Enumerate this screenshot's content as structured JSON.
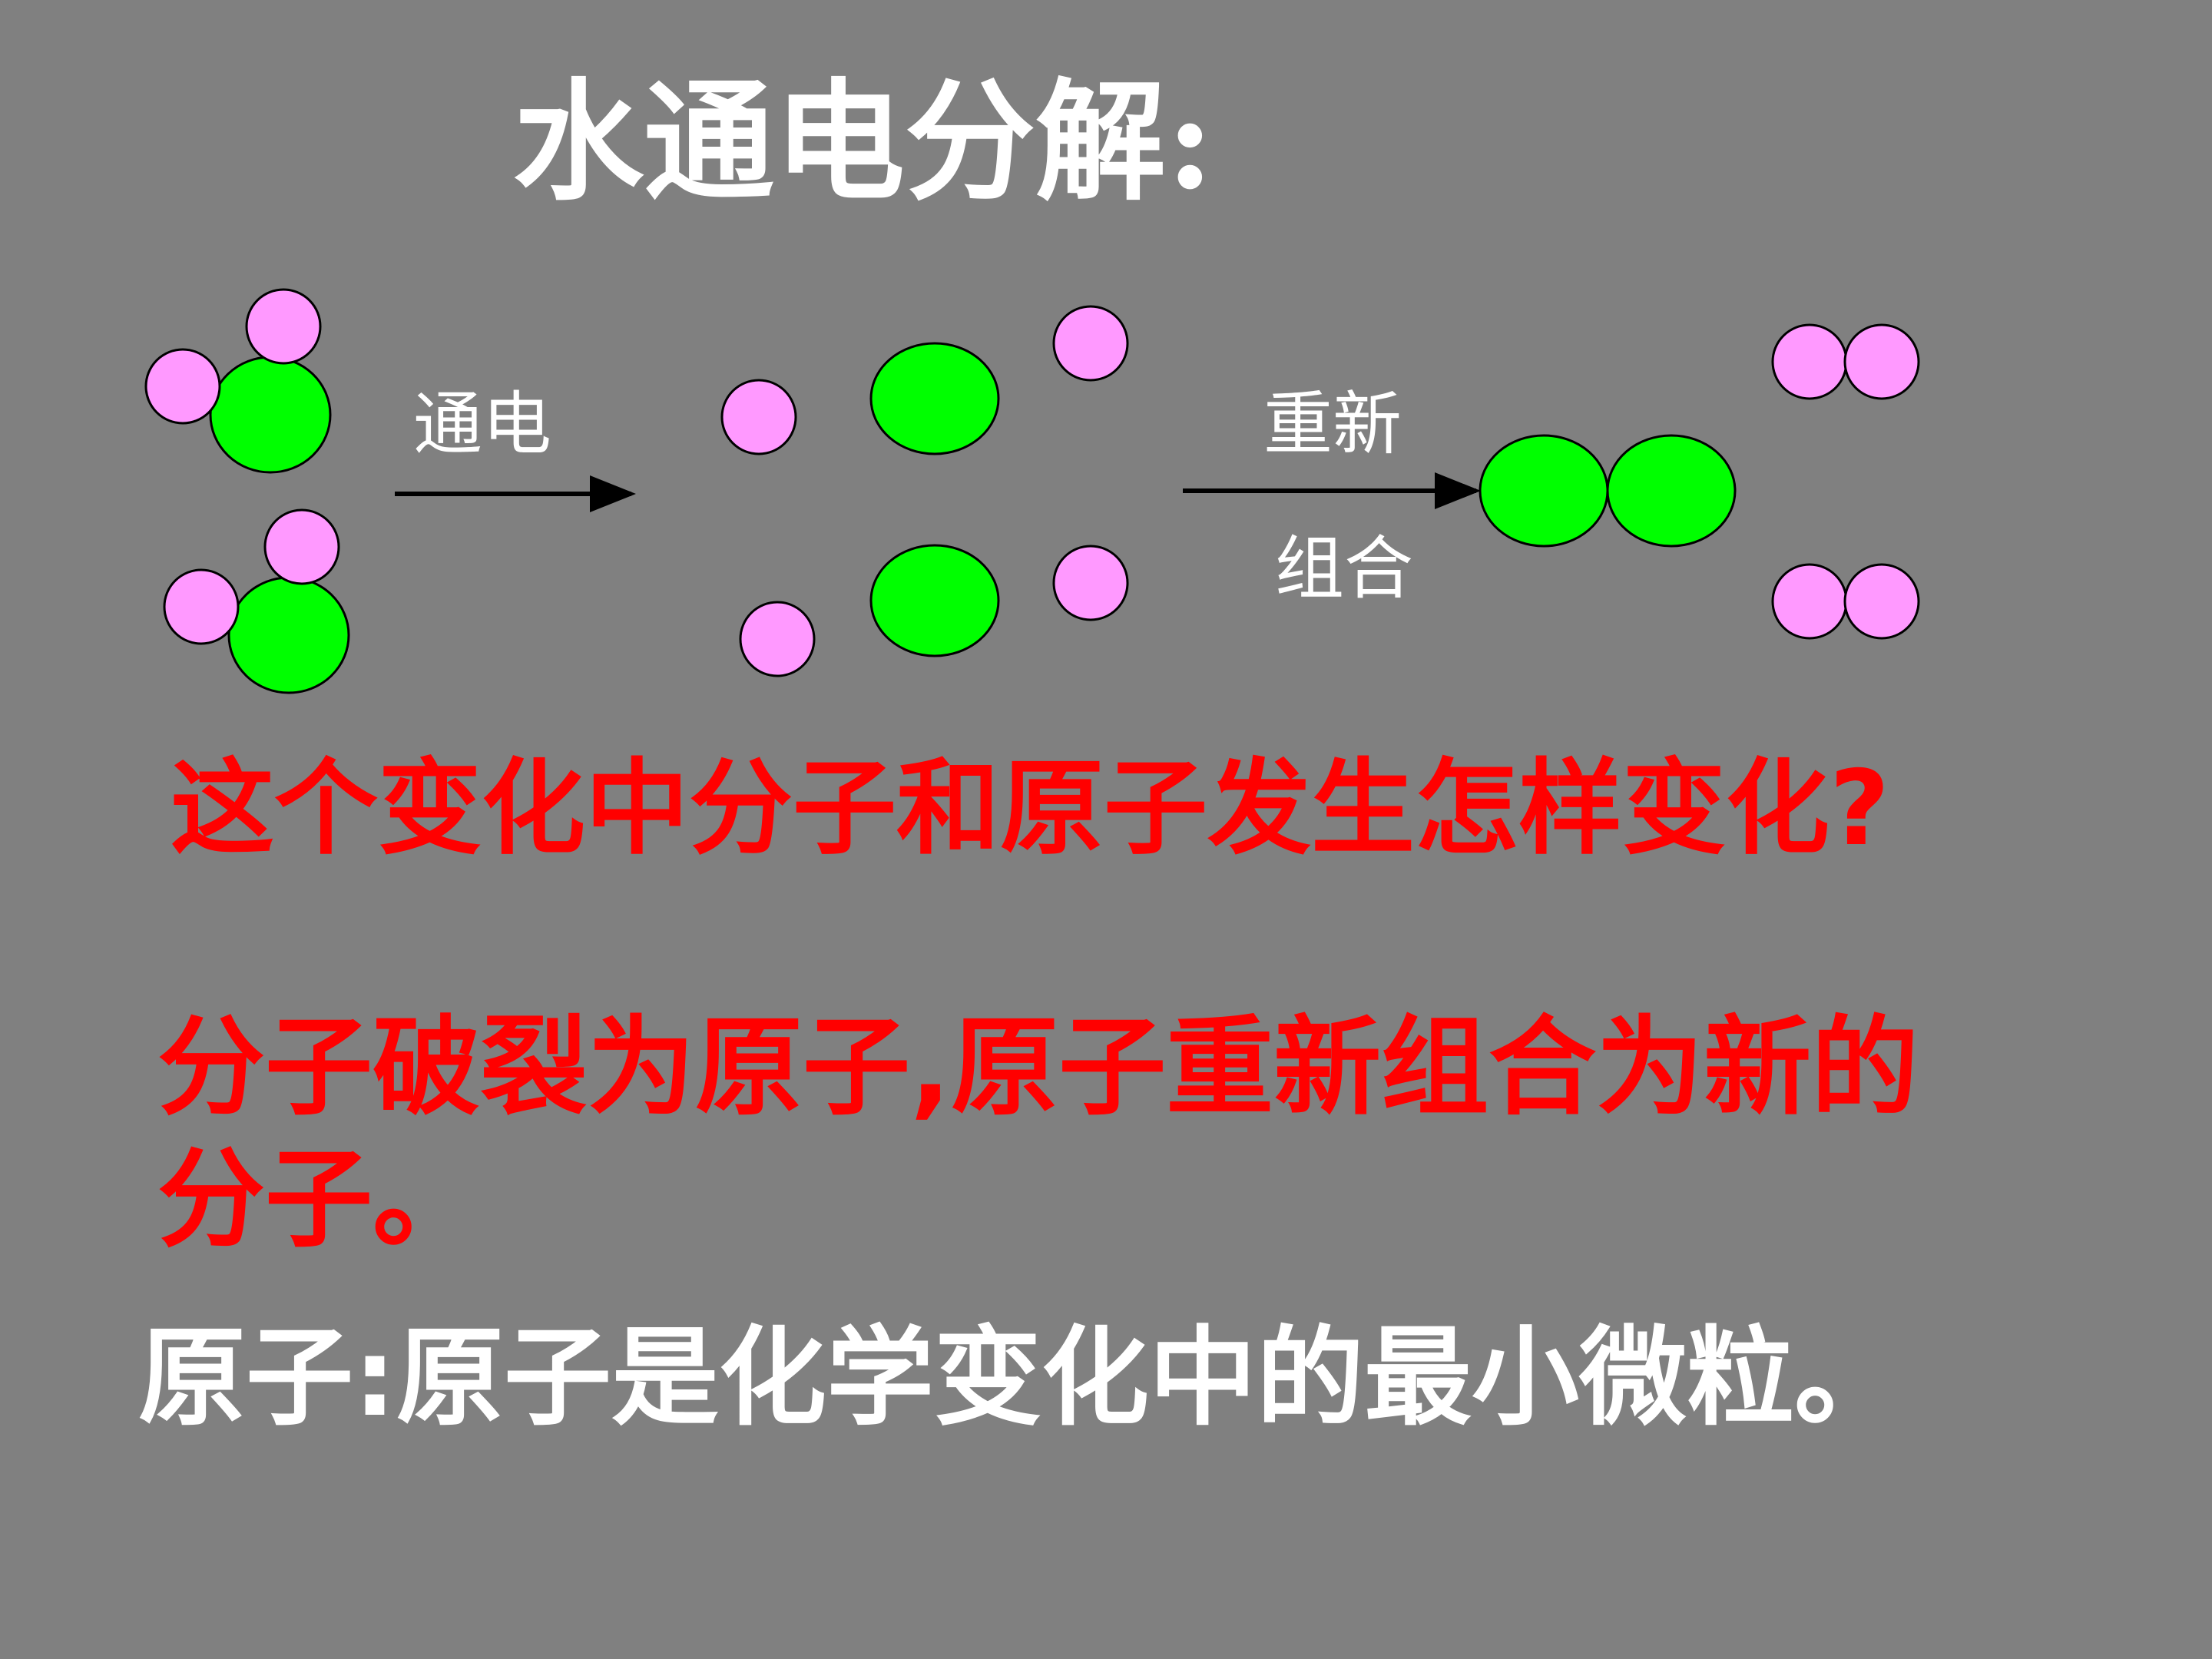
{
  "title": "水通电分解:",
  "diagram": {
    "step1_label": "通电",
    "step2_label_top": "重新",
    "step2_label_bottom": "组合",
    "colors": {
      "oxygen_atom": "#00ff00",
      "hydrogen_atom": "#ff99ff",
      "arrow": "#000000"
    }
  },
  "question": "这个变化中分子和原子发生怎样变化?",
  "answer": "分子破裂为原子,原子重新组合为新的分子。",
  "conclusion": "原子:原子是化学变化中的最小微粒。",
  "colors": {
    "background": "#808080",
    "title_text": "#ffffff",
    "highlight_text": "#ff0000"
  }
}
